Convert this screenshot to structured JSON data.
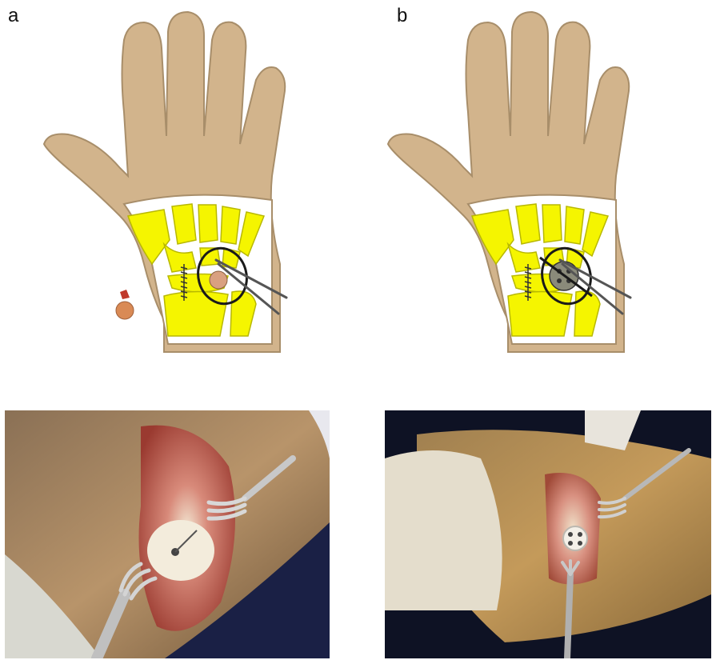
{
  "figure": {
    "panels": [
      {
        "label": "a",
        "diagram": "hand-wrist-schematic-screw-graft",
        "photo": "surgical-photo-screw"
      },
      {
        "label": "b",
        "diagram": "hand-wrist-schematic-disc-implant",
        "photo": "surgical-photo-disc-implant"
      }
    ]
  },
  "colors": {
    "skin": "#D2B48C",
    "skin_outline": "#A88E6A",
    "bone": "#F5F500",
    "bone_outline": "#B8B800",
    "implant_ring": "#1a1a1a",
    "pin": "#555555"
  }
}
